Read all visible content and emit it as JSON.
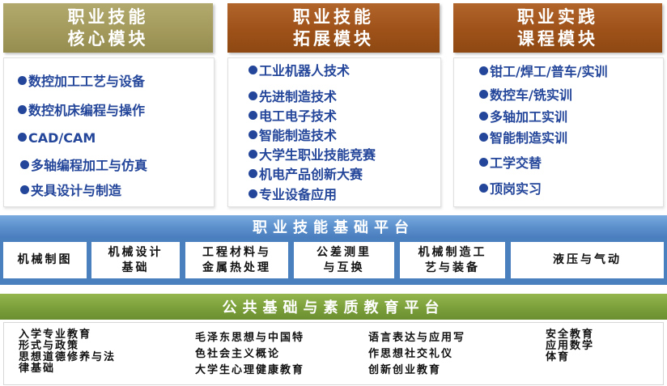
{
  "modules": [
    {
      "title_line1": "职业技能",
      "title_line2": "核心模块",
      "items": [
        "数控加工工艺与设备",
        "数控机床编程与操作",
        "CAD/CAM",
        "多轴编程加工与仿真",
        "夹具设计与制造"
      ]
    },
    {
      "title_line1": "职业技能",
      "title_line2": "拓展模块",
      "items": [
        "工业机器人技术",
        "先进制造技术",
        "电工电子技术",
        "智能制造技术",
        "大学生职业技能竞赛",
        "机电产品创新大赛",
        "专业设备应用"
      ]
    },
    {
      "title_line1": "职业实践",
      "title_line2": "课程模块",
      "items": [
        "钳工/焊工/普车/实训",
        "数控车/铣实训",
        "多轴加工实训",
        "智能制造实训",
        "工学交替",
        "顶岗实习"
      ]
    }
  ],
  "platform": {
    "title": "职业技能基础平台",
    "cells": [
      {
        "line1": "机械制图",
        "line2": ""
      },
      {
        "line1": "机械设计",
        "line2": "基础"
      },
      {
        "line1": "工程材料与",
        "line2": "金属热处理"
      },
      {
        "line1": "公差测里",
        "line2": "与互换"
      },
      {
        "line1": "机械制造工",
        "line2": "艺与装备"
      },
      {
        "line1": "液压与气动",
        "line2": ""
      }
    ]
  },
  "public": {
    "title": "公共基础与素质教育平台",
    "columns": [
      [
        "入学专业教育",
        "形式与政策",
        "思想道德修养与法",
        "律基础"
      ],
      [
        "毛泽东思想与中国特",
        "色社会主义概论",
        "大学生心理健康教育"
      ],
      [
        "语言表达与应用写",
        "作思想社交礼仪",
        "创新创业教育"
      ],
      [
        "安全教育",
        "应用数学",
        "体育"
      ]
    ]
  },
  "colors": {
    "core_header": "#a39a5c",
    "extension_header": "#9e5219",
    "practice_header": "#9e5219",
    "item_text": "#24469a",
    "platform_bar": "#5a8fcc",
    "public_bar": "#7b9f3a"
  }
}
